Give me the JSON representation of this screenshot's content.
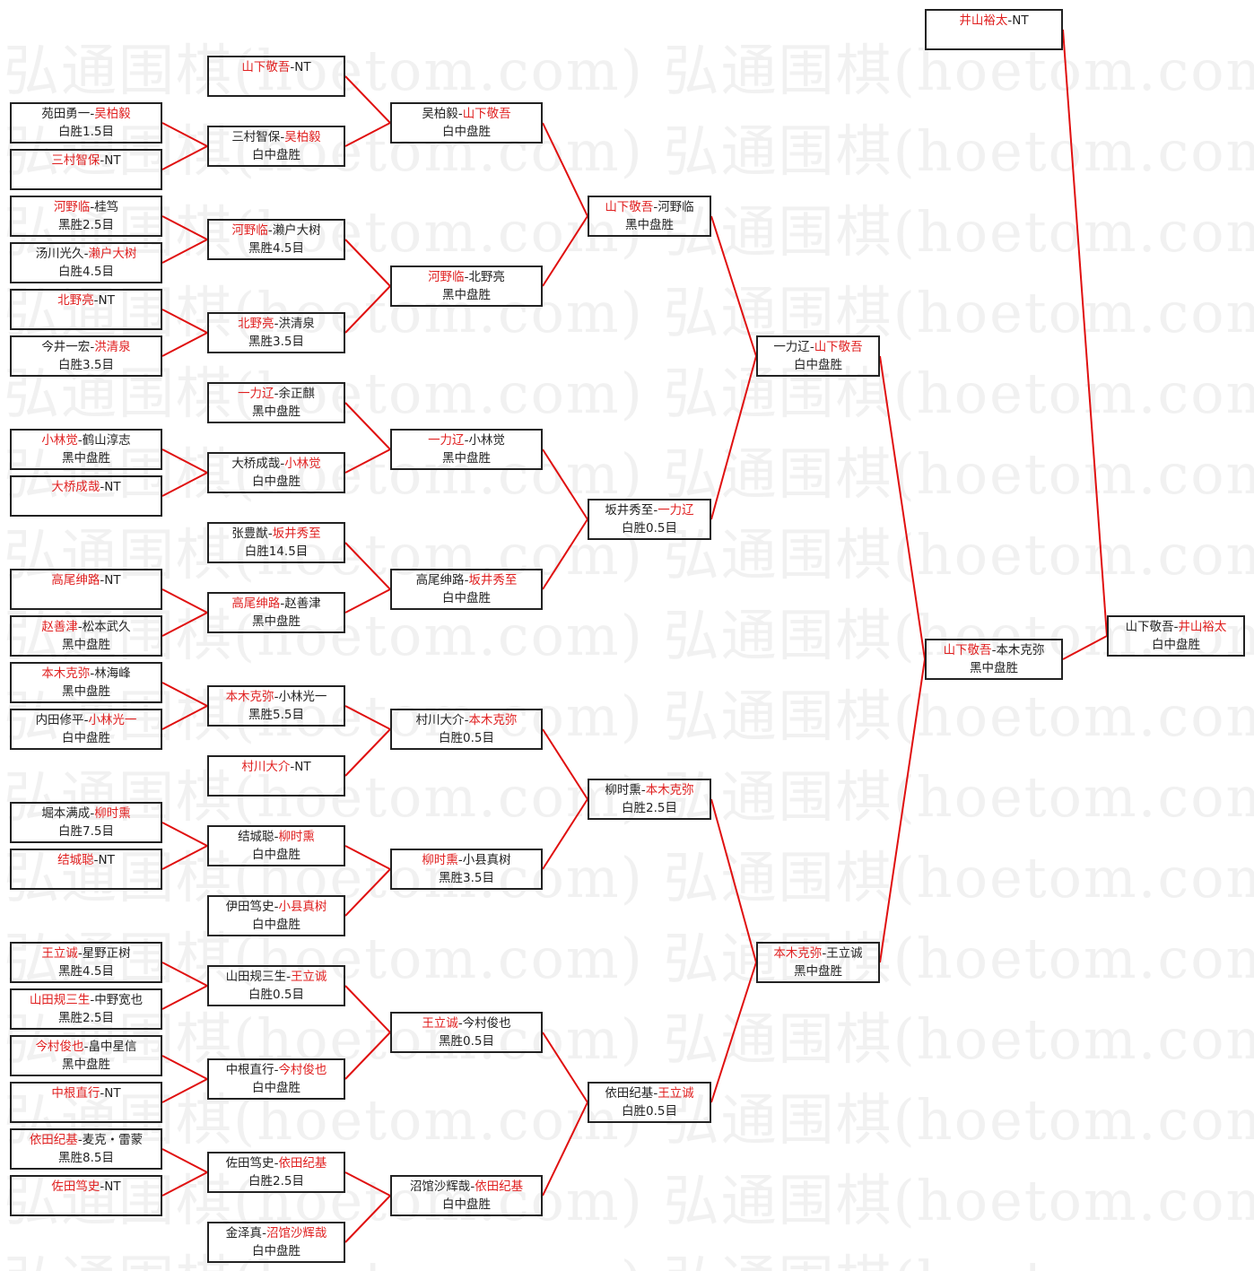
{
  "watermark": "弘通围棋(hoetom.com) 弘通围棋(hoetom.com) 弘",
  "separator": "-",
  "colors": {
    "winner": "#e02020",
    "line": "#e01010",
    "border": "#222222"
  },
  "rounds": [
    [
      {
        "players": [
          [
            "苑田勇一",
            false
          ],
          [
            "吴柏毅",
            true
          ]
        ],
        "result": "白胜1.5目"
      },
      {
        "players": [
          [
            "三村智保",
            true
          ],
          [
            "NT",
            false
          ]
        ],
        "result": ""
      },
      {
        "players": [
          [
            "河野临",
            true
          ],
          [
            "桂笃",
            false
          ]
        ],
        "result": "黑胜2.5目"
      },
      {
        "players": [
          [
            "汤川光久",
            false
          ],
          [
            "濑户大树",
            true
          ]
        ],
        "result": "白胜4.5目"
      },
      {
        "players": [
          [
            "北野亮",
            true
          ],
          [
            "NT",
            false
          ]
        ],
        "result": ""
      },
      {
        "players": [
          [
            "今井一宏",
            false
          ],
          [
            "洪清泉",
            true
          ]
        ],
        "result": "白胜3.5目"
      },
      {
        "players": [
          [
            "小林觉",
            true
          ],
          [
            "鹤山淳志",
            false
          ]
        ],
        "result": "黑中盘胜"
      },
      {
        "players": [
          [
            "大桥成哉",
            true
          ],
          [
            "NT",
            false
          ]
        ],
        "result": ""
      },
      {
        "players": [
          [
            "高尾绅路",
            true
          ],
          [
            "NT",
            false
          ]
        ],
        "result": ""
      },
      {
        "players": [
          [
            "赵善津",
            true
          ],
          [
            "松本武久",
            false
          ]
        ],
        "result": "黑中盘胜"
      },
      {
        "players": [
          [
            "本木克弥",
            true
          ],
          [
            "林海峰",
            false
          ]
        ],
        "result": "黑中盘胜"
      },
      {
        "players": [
          [
            "内田修平",
            false
          ],
          [
            "小林光一",
            true
          ]
        ],
        "result": "白中盘胜"
      },
      {
        "players": [
          [
            "堀本满成",
            false
          ],
          [
            "柳时熏",
            true
          ]
        ],
        "result": "白胜7.5目"
      },
      {
        "players": [
          [
            "结城聪",
            true
          ],
          [
            "NT",
            false
          ]
        ],
        "result": ""
      },
      {
        "players": [
          [
            "王立诚",
            true
          ],
          [
            "星野正树",
            false
          ]
        ],
        "result": "黑胜4.5目"
      },
      {
        "players": [
          [
            "山田规三生",
            true
          ],
          [
            "中野宽也",
            false
          ]
        ],
        "result": "黑胜2.5目"
      },
      {
        "players": [
          [
            "今村俊也",
            true
          ],
          [
            "畠中星信",
            false
          ]
        ],
        "result": "黑中盘胜"
      },
      {
        "players": [
          [
            "中根直行",
            true
          ],
          [
            "NT",
            false
          ]
        ],
        "result": ""
      },
      {
        "players": [
          [
            "依田纪基",
            true
          ],
          [
            "麦克・雷蒙",
            false
          ]
        ],
        "result": "黑胜8.5目"
      },
      {
        "players": [
          [
            "佐田笃史",
            true
          ],
          [
            "NT",
            false
          ]
        ],
        "result": ""
      }
    ],
    [
      {
        "players": [
          [
            "山下敬吾",
            true
          ],
          [
            "NT",
            false
          ]
        ],
        "result": ""
      },
      {
        "players": [
          [
            "三村智保",
            false
          ],
          [
            "吴柏毅",
            true
          ]
        ],
        "result": "白中盘胜"
      },
      {
        "players": [
          [
            "河野临",
            true
          ],
          [
            "濑户大树",
            false
          ]
        ],
        "result": "黑胜4.5目"
      },
      {
        "players": [
          [
            "北野亮",
            true
          ],
          [
            "洪清泉",
            false
          ]
        ],
        "result": "黑胜3.5目"
      },
      {
        "players": [
          [
            "一力辽",
            true
          ],
          [
            "余正麒",
            false
          ]
        ],
        "result": "黑中盘胜"
      },
      {
        "players": [
          [
            "大桥成哉",
            false
          ],
          [
            "小林觉",
            true
          ]
        ],
        "result": "白中盘胜"
      },
      {
        "players": [
          [
            "张豊猷",
            false
          ],
          [
            "坂井秀至",
            true
          ]
        ],
        "result": "白胜14.5目"
      },
      {
        "players": [
          [
            "高尾绅路",
            true
          ],
          [
            "赵善津",
            false
          ]
        ],
        "result": "黑中盘胜"
      },
      {
        "players": [
          [
            "本木克弥",
            true
          ],
          [
            "小林光一",
            false
          ]
        ],
        "result": "黑胜5.5目"
      },
      {
        "players": [
          [
            "村川大介",
            true
          ],
          [
            "NT",
            false
          ]
        ],
        "result": ""
      },
      {
        "players": [
          [
            "结城聪",
            false
          ],
          [
            "柳时熏",
            true
          ]
        ],
        "result": "白中盘胜"
      },
      {
        "players": [
          [
            "伊田笃史",
            false
          ],
          [
            "小县真树",
            true
          ]
        ],
        "result": "白中盘胜"
      },
      {
        "players": [
          [
            "山田规三生",
            false
          ],
          [
            "王立诚",
            true
          ]
        ],
        "result": "白胜0.5目"
      },
      {
        "players": [
          [
            "中根直行",
            false
          ],
          [
            "今村俊也",
            true
          ]
        ],
        "result": "白中盘胜"
      },
      {
        "players": [
          [
            "佐田笃史",
            false
          ],
          [
            "依田纪基",
            true
          ]
        ],
        "result": "白胜2.5目"
      },
      {
        "players": [
          [
            "金泽真",
            false
          ],
          [
            "沼馆沙辉哉",
            true
          ]
        ],
        "result": "白中盘胜"
      }
    ],
    [
      {
        "players": [
          [
            "吴柏毅",
            false
          ],
          [
            "山下敬吾",
            true
          ]
        ],
        "result": "白中盘胜"
      },
      {
        "players": [
          [
            "河野临",
            true
          ],
          [
            "北野亮",
            false
          ]
        ],
        "result": "黑中盘胜"
      },
      {
        "players": [
          [
            "一力辽",
            true
          ],
          [
            "小林觉",
            false
          ]
        ],
        "result": "黑中盘胜"
      },
      {
        "players": [
          [
            "高尾绅路",
            false
          ],
          [
            "坂井秀至",
            true
          ]
        ],
        "result": "白中盘胜"
      },
      {
        "players": [
          [
            "村川大介",
            false
          ],
          [
            "本木克弥",
            true
          ]
        ],
        "result": "白胜0.5目"
      },
      {
        "players": [
          [
            "柳时熏",
            true
          ],
          [
            "小县真树",
            false
          ]
        ],
        "result": "黑胜3.5目"
      },
      {
        "players": [
          [
            "王立诚",
            true
          ],
          [
            "今村俊也",
            false
          ]
        ],
        "result": "黑胜0.5目"
      },
      {
        "players": [
          [
            "沼馆沙辉哉",
            false
          ],
          [
            "依田纪基",
            true
          ]
        ],
        "result": "白中盘胜"
      }
    ],
    [
      {
        "players": [
          [
            "山下敬吾",
            true
          ],
          [
            "河野临",
            false
          ]
        ],
        "result": "黑中盘胜"
      },
      {
        "players": [
          [
            "坂井秀至",
            false
          ],
          [
            "一力辽",
            true
          ]
        ],
        "result": "白胜0.5目"
      },
      {
        "players": [
          [
            "柳时熏",
            false
          ],
          [
            "本木克弥",
            true
          ]
        ],
        "result": "白胜2.5目"
      },
      {
        "players": [
          [
            "依田纪基",
            false
          ],
          [
            "王立诚",
            true
          ]
        ],
        "result": "白胜0.5目"
      }
    ],
    [
      {
        "players": [
          [
            "一力辽",
            false
          ],
          [
            "山下敬吾",
            true
          ]
        ],
        "result": "白中盘胜"
      },
      {
        "players": [
          [
            "本木克弥",
            true
          ],
          [
            "王立诚",
            false
          ]
        ],
        "result": "黑中盘胜"
      }
    ],
    [
      {
        "players": [
          [
            "井山裕太",
            true
          ],
          [
            "NT",
            false
          ]
        ],
        "result": ""
      },
      {
        "players": [
          [
            "山下敬吾",
            true
          ],
          [
            "本木克弥",
            false
          ]
        ],
        "result": "黑中盘胜"
      }
    ],
    [
      {
        "players": [
          [
            "山下敬吾",
            false
          ],
          [
            "井山裕太",
            true
          ]
        ],
        "result": "白中盘胜"
      }
    ]
  ]
}
